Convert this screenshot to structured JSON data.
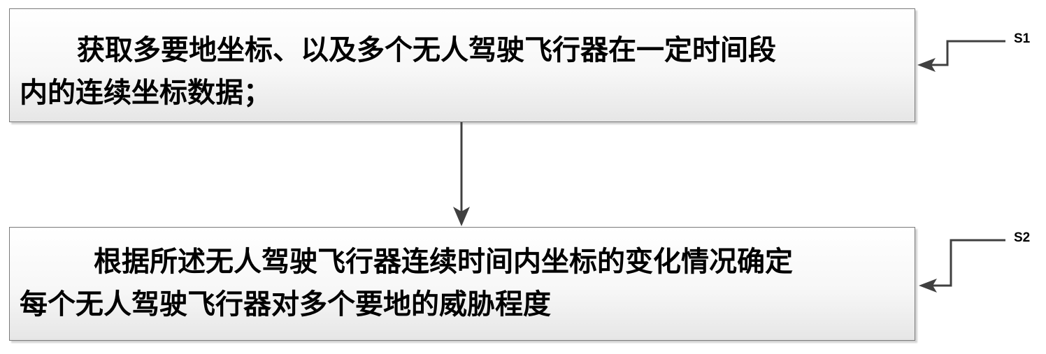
{
  "steps": [
    {
      "id": "S1",
      "label": "S1",
      "text_line1": "获取多要地坐标、以及多个无人驾驶飞行器在一定时间段",
      "text_line2": "内的连续坐标数据；"
    },
    {
      "id": "S2",
      "label": "S2",
      "text_line1": "根据所述无人驾驶飞行器连续时间内坐标的变化情况确定",
      "text_line2": "每个无人驾驶飞行器对多个要地的威胁程度"
    }
  ],
  "colors": {
    "border": "#7a7a7a",
    "arrow": "#404040",
    "box_fill_top": "#ffffff",
    "box_fill_bottom": "#e6e6e6"
  }
}
